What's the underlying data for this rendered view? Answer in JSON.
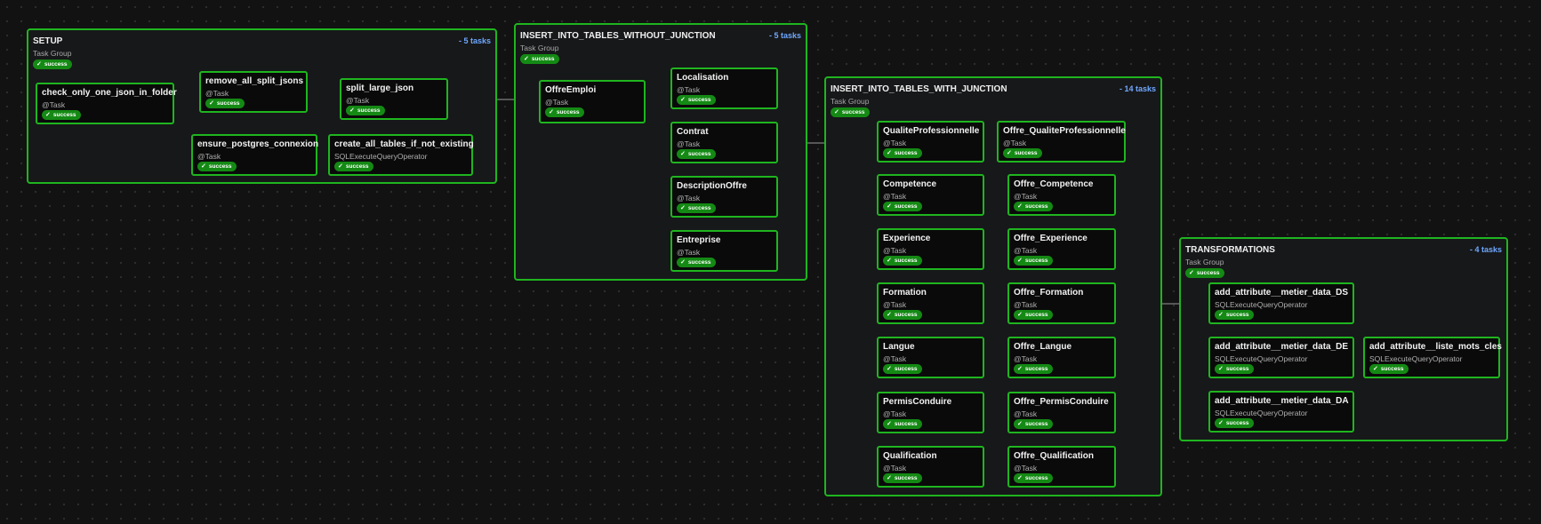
{
  "status_label": "success",
  "check_glyph": "✓",
  "colors": {
    "success_border": "#1fb51f",
    "success_badge": "#148a14",
    "task_count": "#6fa8ff",
    "edge": "#9a9a9a",
    "background": "#121212"
  },
  "groups": {
    "setup": {
      "title": "SETUP",
      "type": "Task Group",
      "count": "- 5 tasks"
    },
    "without_junction": {
      "title": "INSERT_INTO_TABLES_WITHOUT_JUNCTION",
      "type": "Task Group",
      "count": "- 5 tasks"
    },
    "with_junction": {
      "title": "INSERT_INTO_TABLES_WITH_JUNCTION",
      "type": "Task Group",
      "count": "- 14 tasks"
    },
    "transformations": {
      "title": "TRANSFORMATIONS",
      "type": "Task Group",
      "count": "- 4 tasks"
    }
  },
  "tasks": {
    "check_only_one_json": {
      "title": "check_only_one_json_in_folder",
      "operator": "@Task"
    },
    "remove_all_split_jsons": {
      "title": "remove_all_split_jsons",
      "operator": "@Task"
    },
    "split_large_json": {
      "title": "split_large_json",
      "operator": "@Task"
    },
    "ensure_postgres_connexion": {
      "title": "ensure_postgres_connexion",
      "operator": "@Task"
    },
    "create_all_tables": {
      "title": "create_all_tables_if_not_existing",
      "operator": "SQLExecuteQueryOperator"
    },
    "offre_emploi": {
      "title": "OffreEmploi",
      "operator": "@Task"
    },
    "localisation": {
      "title": "Localisation",
      "operator": "@Task"
    },
    "contrat": {
      "title": "Contrat",
      "operator": "@Task"
    },
    "description_offre": {
      "title": "DescriptionOffre",
      "operator": "@Task"
    },
    "entreprise": {
      "title": "Entreprise",
      "operator": "@Task"
    },
    "qualite_professionnelle": {
      "title": "QualiteProfessionnelle",
      "operator": "@Task"
    },
    "offre_qualite_professionnelle": {
      "title": "Offre_QualiteProfessionnelle",
      "operator": "@Task"
    },
    "competence": {
      "title": "Competence",
      "operator": "@Task"
    },
    "offre_competence": {
      "title": "Offre_Competence",
      "operator": "@Task"
    },
    "experience": {
      "title": "Experience",
      "operator": "@Task"
    },
    "offre_experience": {
      "title": "Offre_Experience",
      "operator": "@Task"
    },
    "formation": {
      "title": "Formation",
      "operator": "@Task"
    },
    "offre_formation": {
      "title": "Offre_Formation",
      "operator": "@Task"
    },
    "langue": {
      "title": "Langue",
      "operator": "@Task"
    },
    "offre_langue": {
      "title": "Offre_Langue",
      "operator": "@Task"
    },
    "permis_conduire": {
      "title": "PermisConduire",
      "operator": "@Task"
    },
    "offre_permis_conduire": {
      "title": "Offre_PermisConduire",
      "operator": "@Task"
    },
    "qualification": {
      "title": "Qualification",
      "operator": "@Task"
    },
    "offre_qualification": {
      "title": "Offre_Qualification",
      "operator": "@Task"
    },
    "add_metier_ds": {
      "title": "add_attribute__metier_data_DS",
      "operator": "SQLExecuteQueryOperator"
    },
    "add_metier_de": {
      "title": "add_attribute__metier_data_DE",
      "operator": "SQLExecuteQueryOperator"
    },
    "add_metier_da": {
      "title": "add_attribute__metier_data_DA",
      "operator": "SQLExecuteQueryOperator"
    },
    "add_liste_mots_cles": {
      "title": "add_attribute__liste_mots_cles",
      "operator": "SQLExecuteQueryOperator"
    }
  }
}
